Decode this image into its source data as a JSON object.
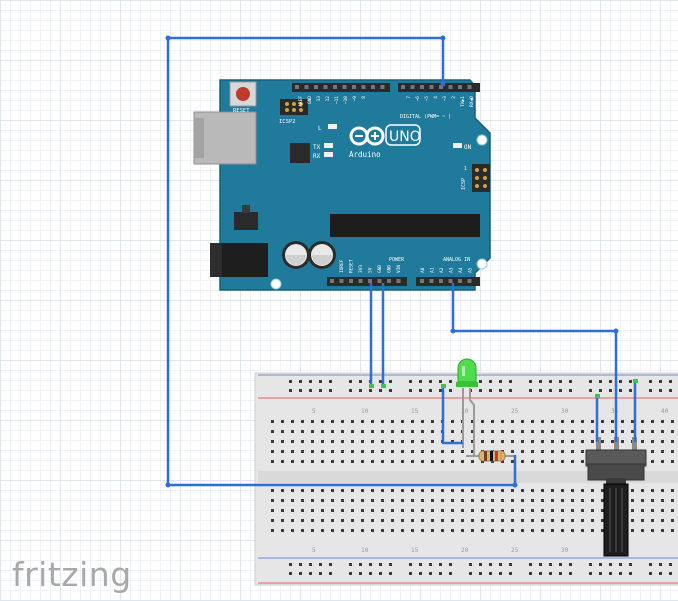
{
  "board": {
    "reset_label": "RESET",
    "icsp2_label": "ICSP2",
    "icsp_label": "ICSP",
    "digital_label": "DIGITAL (PWM= ~ )",
    "led_l": "L",
    "led_tx": "TX",
    "led_rx": "RX",
    "on_label": "ON",
    "uno_label": "UNO",
    "brand_label": "Arduino",
    "power_label": "POWER",
    "analog_label": "ANALOG IN",
    "digital_pins": [
      "AREF",
      "GND",
      "13",
      "12",
      "~11",
      "~10",
      "~9",
      "8",
      "7",
      "~6",
      "~5",
      "4",
      "~3",
      "2",
      "TX▶1",
      "RX◀0"
    ],
    "power_pins": [
      "IOREF",
      "RESET",
      "3V3",
      "5V",
      "GND",
      "GND",
      "VIN"
    ],
    "analog_pins": [
      "A0",
      "A1",
      "A2",
      "A3",
      "A4",
      "A5"
    ],
    "icsp_pin_label": "1"
  },
  "breadboard": {
    "column_numbers": [
      "5",
      "10",
      "15",
      "20",
      "25",
      "30",
      "35",
      "40"
    ]
  },
  "watermark": "fritzing",
  "colors": {
    "board": "#1f7a9b",
    "wire": "#2e6fd6",
    "breadboard": "#e4e4e4",
    "led": "#4fdc4f",
    "rail_red": "#e06262",
    "rail_blue": "#6f8fd6"
  }
}
